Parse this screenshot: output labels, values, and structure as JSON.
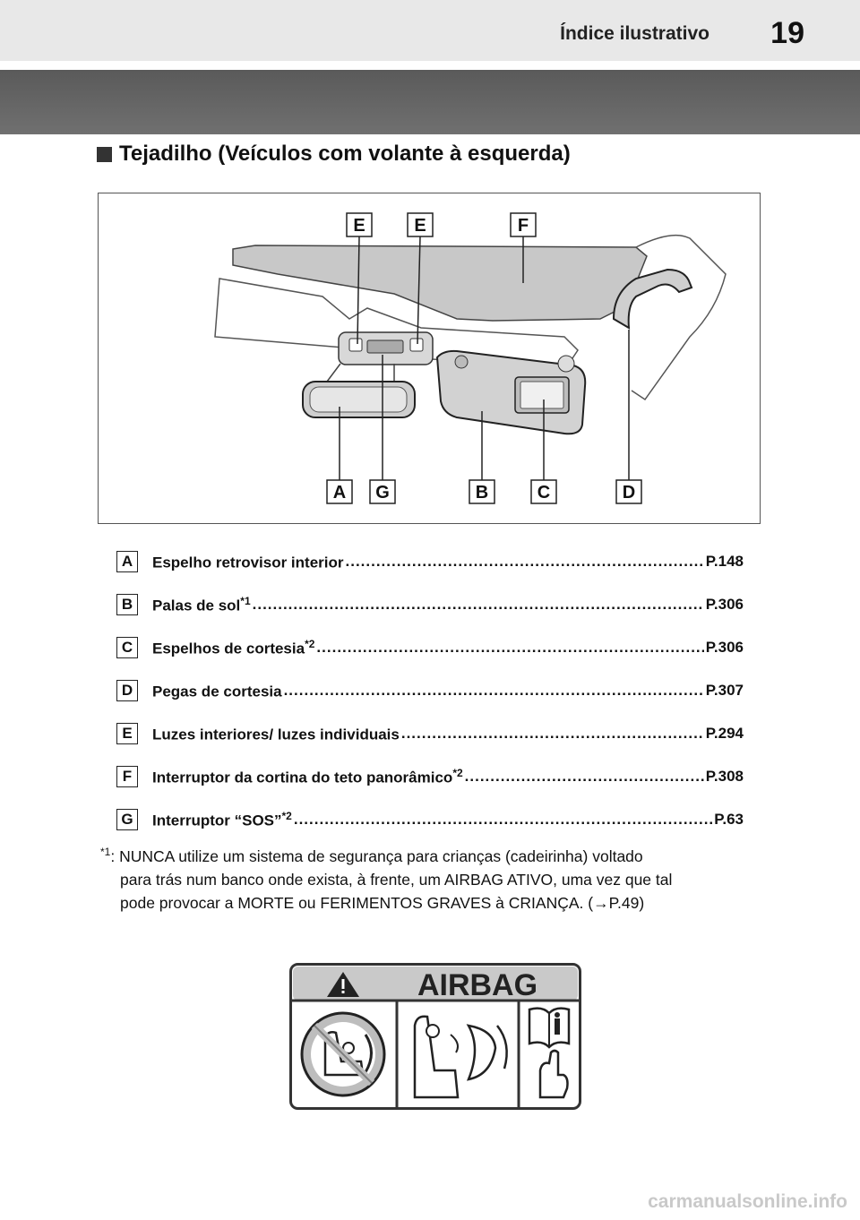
{
  "header": {
    "title": "Índice ilustrativo",
    "page_number": "19"
  },
  "section": {
    "title": "Tejadilho (Veículos com volante à esquerda)"
  },
  "figure": {
    "top_labels": [
      "E",
      "E",
      "F"
    ],
    "bottom_labels": [
      "A",
      "G",
      "B",
      "C",
      "D"
    ]
  },
  "items": [
    {
      "letter": "A",
      "text": "Espelho retrovisor interior",
      "sup": "",
      "page": "P.148"
    },
    {
      "letter": "B",
      "text": "Palas de sol",
      "sup": "*1",
      "page": "P.306"
    },
    {
      "letter": "C",
      "text": "Espelhos de cortesia",
      "sup": "*2",
      "page": "P.306"
    },
    {
      "letter": "D",
      "text": "Pegas de cortesia",
      "sup": "",
      "page": "P.307"
    },
    {
      "letter": "E",
      "text": "Luzes interiores/ luzes individuais",
      "sup": "",
      "page": "P.294"
    },
    {
      "letter": "F",
      "text": "Interruptor da cortina do teto panorâmico",
      "sup": "*2",
      "page": "P.308"
    },
    {
      "letter": "G",
      "text": "Interruptor “SOS”",
      "sup": "*2",
      "page": "P.63"
    }
  ],
  "footnote": {
    "mark": "*1",
    "line1": ": NUNCA utilize um sistema de segurança para crianças (cadeirinha) voltado",
    "line2": "para trás num banco onde exista, à frente, um AIRBAG ATIVO, uma vez que tal",
    "line3": "pode provocar a MORTE ou FERIMENTOS GRAVES à CRIANÇA. (→P.49)"
  },
  "airbag_label": {
    "word": "AIRBAG"
  },
  "watermark": "carmanualsonline.info"
}
